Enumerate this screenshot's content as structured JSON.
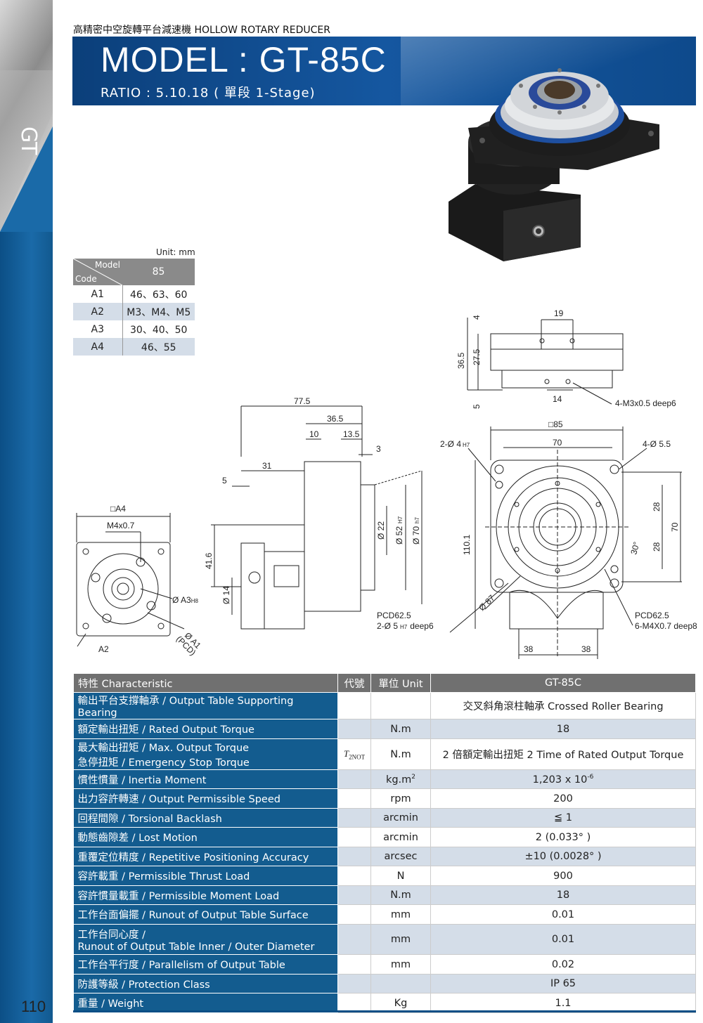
{
  "sidebar": {
    "label": "GT",
    "page_number": "110"
  },
  "header": {
    "subtitle": "高精密中空旋轉平台減速機 HOLLOW ROTARY REDUCER",
    "model": "MODEL : GT-85C",
    "ratio": "RATIO : 5.10.18 ( 單段 1-Stage)"
  },
  "code_table": {
    "unit_note": "Unit: mm",
    "corner_top": "Model",
    "corner_bottom": "Code",
    "model": "85",
    "rows": [
      {
        "code": "A1",
        "value": "46、63、60"
      },
      {
        "code": "A2",
        "value": "M3、M4、M5"
      },
      {
        "code": "A3",
        "value": "30、40、50"
      },
      {
        "code": "A4",
        "value": "46、55"
      }
    ]
  },
  "drawing": {
    "front": {
      "sq": "□A4",
      "m": "M4x0.7",
      "a3": "Ø A3",
      "a3_tol": "H8",
      "a1": "Ø A1",
      "pcd": "(PCD)",
      "a2": "A2"
    },
    "side": {
      "d775": "77.5",
      "d365": "36.5",
      "d10": "10",
      "d135": "13.5",
      "d3": "3",
      "d31": "31",
      "d5": "5",
      "d416": "41.6",
      "d14": "Ø 14",
      "d22": "Ø 22",
      "d52": "Ø 52",
      "d52_tol": "H7",
      "d70": "Ø 70",
      "d70_tol": "h7"
    },
    "top": {
      "d19": "19",
      "d4": "4",
      "d365": "36.5",
      "d275": "27.5",
      "d5": "5",
      "d14": "14",
      "thread": "4-M3x0.5 deep6"
    },
    "plan": {
      "sq85": "□85",
      "d70": "70",
      "hole2": "2-Ø 4",
      "hole2_tol": "H7",
      "hole4": "4-Ø 5.5",
      "d28a": "28",
      "d28b": "28",
      "d70v": "70",
      "ang": "30°",
      "d1101": "110.1",
      "d87": "Ø 87",
      "pcd_l": "PCD62.5",
      "hole_l": "2-Ø 5",
      "hole_l_tol": "H7",
      "hole_l_depth": "deep6",
      "pcd_r": "PCD62.5",
      "hole_r": "6-M4X0.7 deep8",
      "d38a": "38",
      "d38b": "38"
    }
  },
  "spec": {
    "headers": {
      "characteristic": "特性 Characteristic",
      "symbol": "代號",
      "unit": "單位 Unit",
      "model": "GT-85C"
    },
    "rows": [
      {
        "name": "輸出平台支撐軸承 / Output Table Supporting Bearing",
        "symbol": "",
        "unit": "",
        "value": "交叉斜角滾柱軸承 Crossed Roller Bearing"
      },
      {
        "name": "額定輸出扭矩 / Rated Output Torque",
        "symbol": "",
        "unit": "N.m",
        "value": "18"
      },
      {
        "name": "最大輸出扭矩 / Max. Output Torque",
        "name2": "急停扭矩 / Emergency Stop Torque",
        "symbol": "T",
        "symbol_sub": "2NOT",
        "unit": "N.m",
        "value": "2 倍額定輸出扭矩 2 Time of Rated Output Torque"
      },
      {
        "name": "慣性慣量 / Inertia Moment",
        "symbol": "",
        "unit": "kg.m",
        "unit_sup": "2",
        "value": "1,203 x 10",
        "value_sup": "-6"
      },
      {
        "name": "出力容許轉速 / Output Permissible Speed",
        "symbol": "",
        "unit": "rpm",
        "value": "200"
      },
      {
        "name": "回程間隙 / Torsional Backlash",
        "symbol": "",
        "unit": "arcmin",
        "value": "≦ 1"
      },
      {
        "name": "動態齒隙差 / Lost Motion",
        "symbol": "",
        "unit": "arcmin",
        "value": "2 (0.033° )"
      },
      {
        "name": "重覆定位精度 / Repetitive Positioning Accuracy",
        "symbol": "",
        "unit": "arcsec",
        "value": "±10 (0.0028° )"
      },
      {
        "name": "容許載重 / Permissible Thrust Load",
        "symbol": "",
        "unit": "N",
        "value": "900"
      },
      {
        "name": "容許慣量載重 / Permissible Moment Load",
        "symbol": "",
        "unit": "N.m",
        "value": "18"
      },
      {
        "name": "工作台面偏擺 / Runout of Output Table Surface",
        "symbol": "",
        "unit": "mm",
        "value": "0.01"
      },
      {
        "name": "工作台同心度 /",
        "name2": "Runout of Output Table Inner / Outer Diameter",
        "symbol": "",
        "unit": "mm",
        "value": "0.01"
      },
      {
        "name": "工作台平行度 / Parallelism of Output Table",
        "symbol": "",
        "unit": "mm",
        "value": "0.02"
      },
      {
        "name": "防護等級 / Protection Class",
        "symbol": "",
        "unit": "",
        "value": "IP 65"
      },
      {
        "name": "重量 / Weight",
        "symbol": "",
        "unit": "Kg",
        "value": "1.1"
      }
    ]
  }
}
